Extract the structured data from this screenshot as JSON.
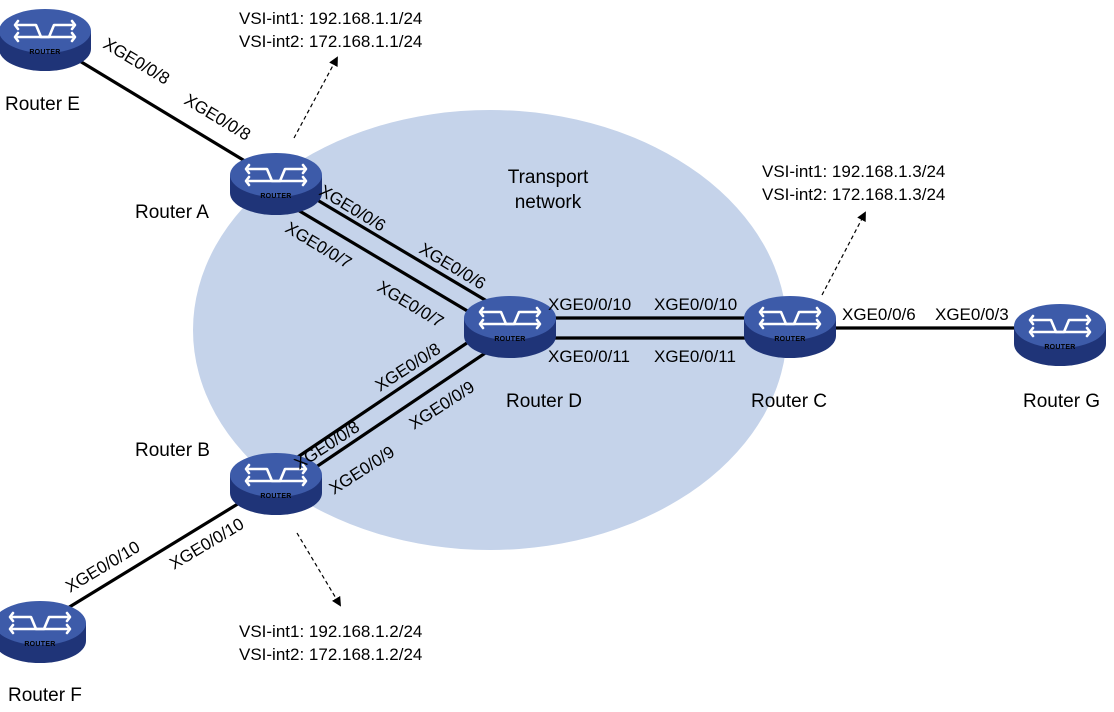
{
  "transport_network": {
    "line1": "Transport",
    "line2": "network",
    "fill": "#c5d3ea"
  },
  "router_icon_text": "ROUTER",
  "router_colors": {
    "top": "#3d5ba9",
    "side": "#1f3478",
    "arrow": "#ffffff"
  },
  "routers": {
    "A": "Router A",
    "B": "Router B",
    "C": "Router C",
    "D": "Router D",
    "E": "Router E",
    "F": "Router F",
    "G": "Router G"
  },
  "interfaces": {
    "e_to_a": "XGE0/0/8",
    "a_to_e": "XGE0/0/8",
    "a_to_d_6": "XGE0/0/6",
    "a_to_d_7": "XGE0/0/7",
    "d_to_a_6": "XGE0/0/6",
    "d_to_a_7": "XGE0/0/7",
    "b_to_d_8": "XGE0/0/8",
    "b_to_d_9": "XGE0/0/9",
    "d_to_b_8": "XGE0/0/8",
    "d_to_b_9": "XGE0/0/9",
    "d_to_c_10": "XGE0/0/10",
    "d_to_c_11": "XGE0/0/11",
    "c_to_d_10": "XGE0/0/10",
    "c_to_d_11": "XGE0/0/11",
    "c_to_g": "XGE0/0/6",
    "g_to_c": "XGE0/0/3",
    "f_to_b": "XGE0/0/10",
    "b_to_f": "XGE0/0/10"
  },
  "vsi_notes": {
    "A": {
      "int1": "VSI-int1: 192.168.1.1/24",
      "int2": "VSI-int2: 172.168.1.1/24"
    },
    "B": {
      "int1": "VSI-int1: 192.168.1.2/24",
      "int2": "VSI-int2: 172.168.1.2/24"
    },
    "C": {
      "int1": "VSI-int1: 192.168.1.3/24",
      "int2": "VSI-int2: 172.168.1.3/24"
    }
  }
}
